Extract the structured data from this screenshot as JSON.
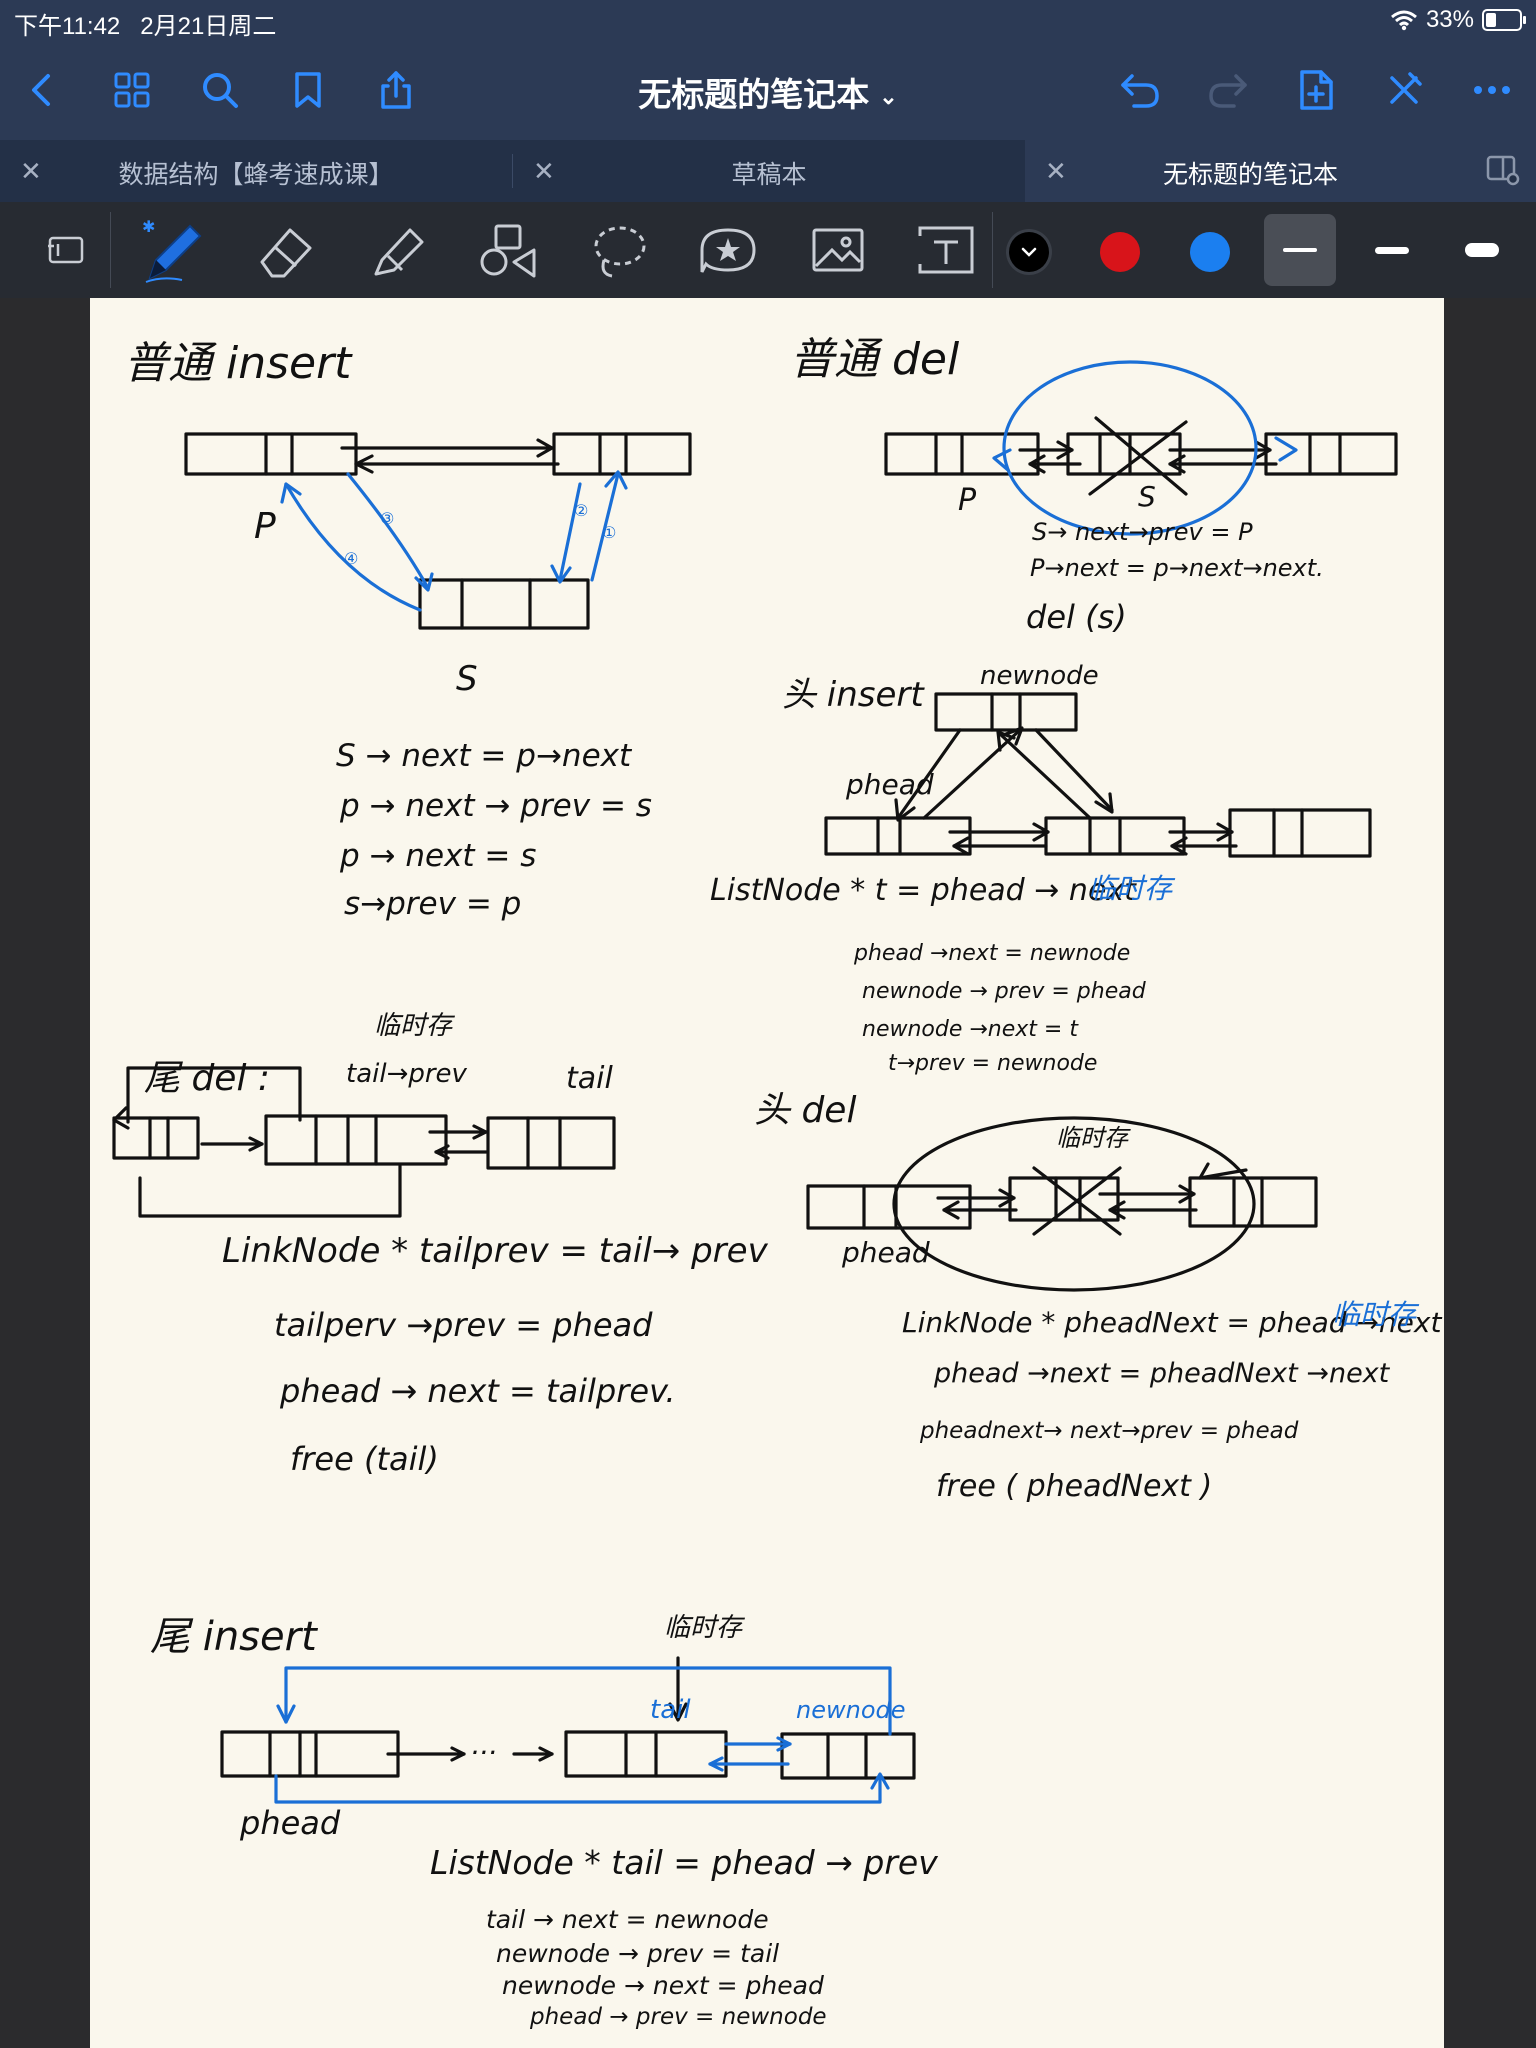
{
  "status": {
    "time": "下午11:42",
    "date": "2月21日周二",
    "battery": "33%",
    "battery_level": 0.33
  },
  "nav": {
    "title": "无标题的笔记本",
    "icons": [
      "back-icon",
      "grid-icon",
      "search-icon",
      "bookmark-icon",
      "share-icon",
      "undo-icon",
      "redo-icon",
      "add-page-icon",
      "close-pen-icon",
      "more-icon"
    ]
  },
  "tabs": [
    {
      "label": "数据结构【蜂考速成课】",
      "active": false
    },
    {
      "label": "草稿本",
      "active": false
    },
    {
      "label": "无标题的笔记本",
      "active": true
    }
  ],
  "toolbar": {
    "tools": [
      "shape-convert-icon",
      "pen-icon",
      "eraser-icon",
      "highlighter-icon",
      "shapes-icon",
      "lasso-icon",
      "sticker-icon",
      "image-icon",
      "text-icon"
    ],
    "colors": [
      "#000000",
      "#d8141a",
      "#1b7ff0"
    ],
    "selected_color": "#000000",
    "ink_blue": "#1a6fd6"
  },
  "notes": {
    "s1_title": "普通 insert",
    "s1_p": "P",
    "s1_s": "S",
    "s1_n1": "①",
    "s1_n2": "②",
    "s1_n3": "③",
    "s1_n4": "④",
    "s1_code": [
      "S → next = p→next",
      "p → next → prev = s",
      "p → next = s",
      "s→prev = p"
    ],
    "s2_title": "普通 del",
    "s2_p": "P",
    "s2_s": "S",
    "s2_code": [
      "S→ next→prev = P",
      "P→next = p→next→next.",
      "del (s)"
    ],
    "s3_title": "头 insert",
    "s3_newnode": "newnode",
    "s3_phead": "phead",
    "s3_code_main": "ListNode *  t = phead → next",
    "s3_temp": "临时存",
    "s3_code": [
      "phead →next = newnode",
      "newnode → prev = phead",
      "newnode →next = t",
      "t→prev = newnode"
    ],
    "s4_title": "尾 del :",
    "s4_temp": "临时存",
    "s4_tailprev": "tail→prev",
    "s4_tail": "tail",
    "s4_code_main": "LinkNode *  tailprev = tail→ prev",
    "s4_code": [
      "tailperv →prev = phead",
      "phead → next = tailprev.",
      "free (tail)"
    ],
    "s5_title": "头 del",
    "s5_temp_box": "临时存",
    "s5_phead": "phead",
    "s5_code_main": "LinkNode *  pheadNext = phead →next",
    "s5_temp": "临时存",
    "s5_code": [
      "phead →next = pheadNext →next",
      "pheadnext→ next→prev = phead",
      "free ( pheadNext )"
    ],
    "s6_title": "尾 insert",
    "s6_temp": "临时存",
    "s6_tail": "tail",
    "s6_newnode": "newnode",
    "s6_phead": "phead",
    "s6_dots": "···",
    "s6_code_main": "ListNode * tail = phead → prev",
    "s6_code": [
      "tail → next = newnode",
      "newnode → prev = tail",
      "newnode → next = phead",
      "phead → prev = newnode"
    ]
  }
}
